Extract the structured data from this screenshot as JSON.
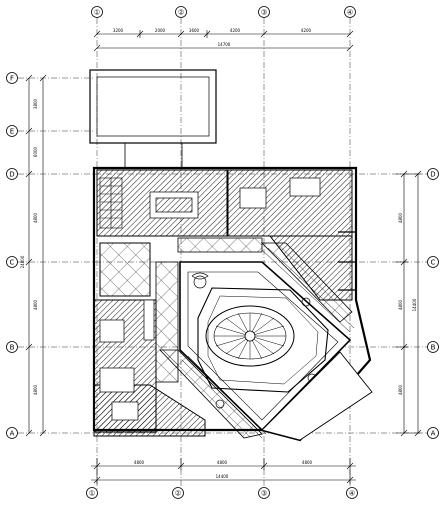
{
  "drawing": {
    "column_axes": [
      "①",
      "②",
      "③",
      "④"
    ],
    "row_axes": [
      "A",
      "B",
      "C",
      "D",
      "E",
      "F"
    ],
    "top_dimensions": {
      "segments": [
        "3200",
        "2000",
        "3600",
        "4200"
      ],
      "total": "14700"
    },
    "bottom_dimensions": {
      "segments": [
        "4800",
        "4800",
        "4800"
      ],
      "total": "14400"
    },
    "left_dimensions": {
      "segments": [
        "4800",
        "4800",
        "4800",
        "6000",
        "3800"
      ],
      "total": "24000"
    },
    "right_dimensions": {
      "segments": [
        "4800",
        "4800",
        "4800"
      ],
      "total": "14400"
    }
  },
  "colors": {
    "line": "#000000",
    "background": "#ffffff"
  }
}
